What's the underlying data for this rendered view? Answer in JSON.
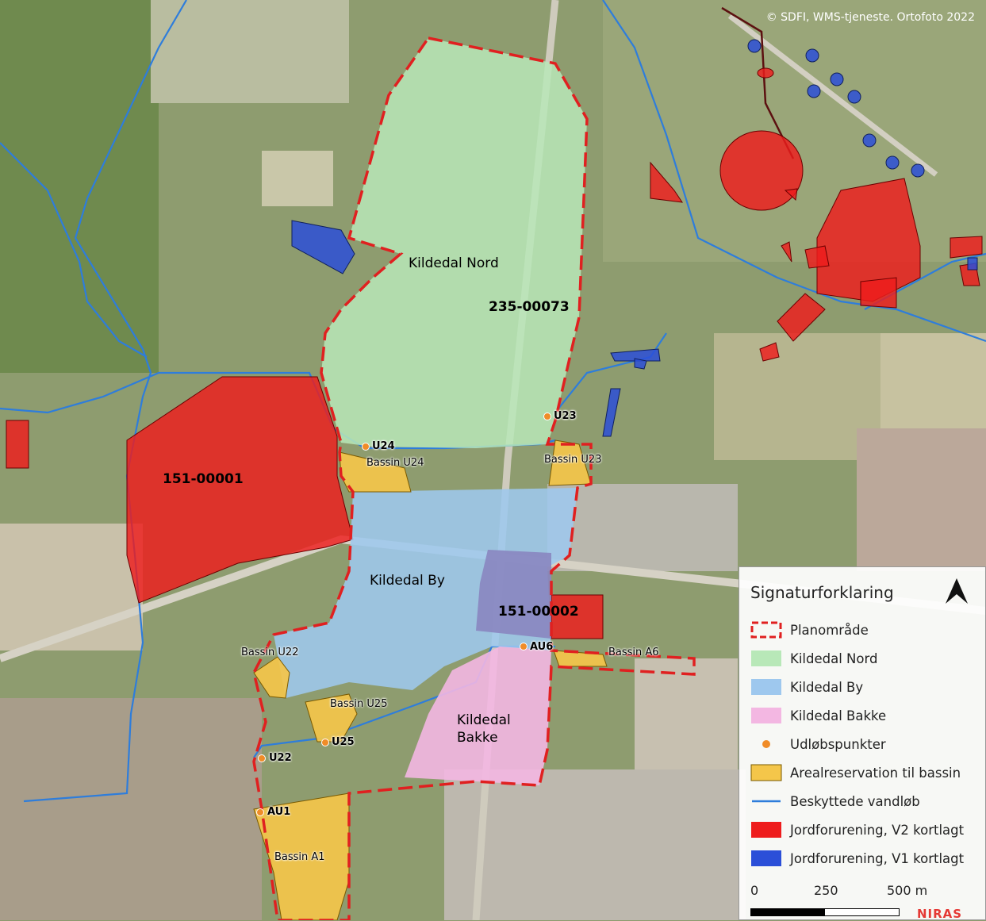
{
  "credit": "© SDFI, WMS-tjeneste. Ortofoto 2022",
  "areas": {
    "nord": "Kildedal Nord",
    "by": "Kildedal By",
    "bakke": "Kildedal\nBakke"
  },
  "codes": {
    "c1": "235-00073",
    "c2": "151-00001",
    "c3": "151-00002"
  },
  "basins": {
    "u24": "Bassin U24",
    "u23": "Bassin U23",
    "u22": "Bassin U22",
    "u25": "Bassin U25",
    "a6": "Bassin A6",
    "a1": "Bassin A1"
  },
  "outlets": {
    "u23": "U23",
    "u24": "U24",
    "au6": "AU6",
    "u25": "U25",
    "u22": "U22",
    "au1": "AU1"
  },
  "legend": {
    "title": "Signaturforklaring",
    "items": [
      {
        "label": "Planområde",
        "symbol": "dashed-outline",
        "color": "#e02020"
      },
      {
        "label": "Kildedal Nord",
        "symbol": "fill",
        "color": "#b8e8b8"
      },
      {
        "label": "Kildedal By",
        "symbol": "fill",
        "color": "#9ec8ee"
      },
      {
        "label": "Kildedal Bakke",
        "symbol": "fill",
        "color": "#f3b7e2"
      },
      {
        "label": "Udløbspunkter",
        "symbol": "dot",
        "color": "#f08c28"
      },
      {
        "label": "Arealreservation til bassin",
        "symbol": "fill",
        "color": "#f4c64a"
      },
      {
        "label": "Beskyttede vandløb",
        "symbol": "line",
        "color": "#2e7ddb"
      },
      {
        "label": "Jordforurening, V2 kortlagt",
        "symbol": "fill",
        "color": "#ee1c1c"
      },
      {
        "label": "Jordforurening, V1 kortlagt",
        "symbol": "fill",
        "color": "#2b4fd8"
      }
    ],
    "scale": {
      "labels": [
        "0",
        "250",
        "500 m"
      ]
    },
    "logo": "NIRAS"
  }
}
